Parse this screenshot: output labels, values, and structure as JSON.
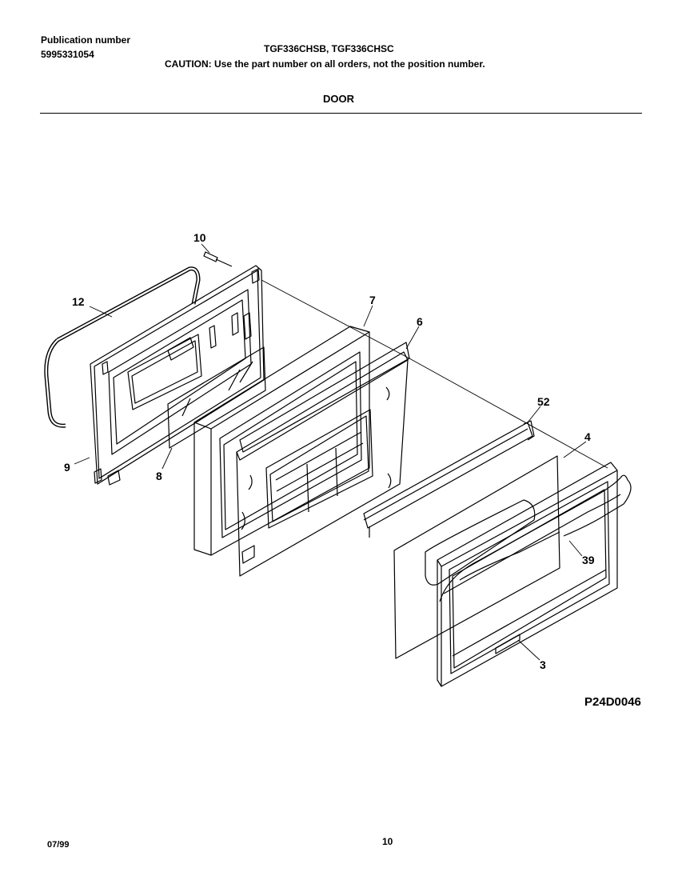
{
  "header": {
    "publication_label": "Publication number",
    "publication_number": "5995331054",
    "models": "TGF336CHSB, TGF336CHSC",
    "caution": "CAUTION:  Use the part number on all orders, not the position number.",
    "section_title": "DOOR"
  },
  "callouts": {
    "p10": "10",
    "p12": "12",
    "p9": "9",
    "p8": "8",
    "p7": "7",
    "p6": "6",
    "p52": "52",
    "p4": "4",
    "p39": "39",
    "p3": "3"
  },
  "diagram_code": "P24D0046",
  "footer": {
    "date": "07/99",
    "page": "10"
  }
}
